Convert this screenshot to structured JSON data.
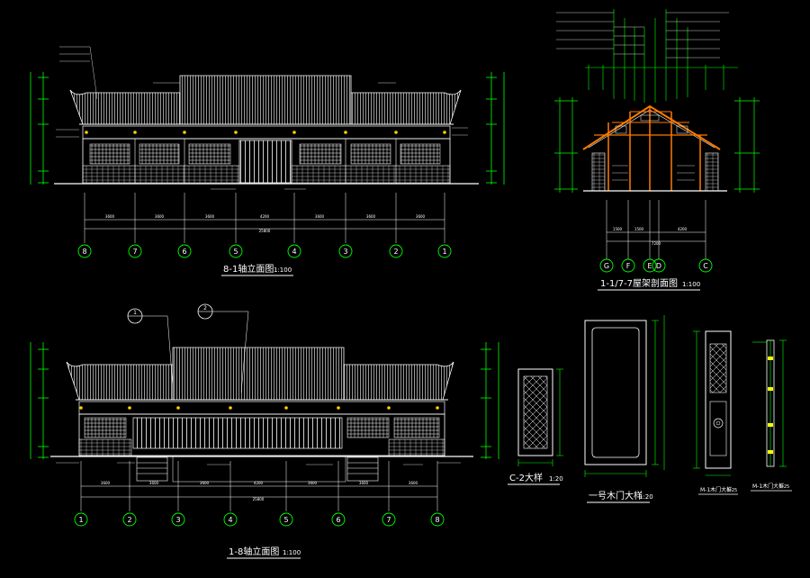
{
  "colors": {
    "background": "#000000",
    "line": "#ffffff",
    "dimension": "#00ff00",
    "accent": "#ff7a00",
    "marker": "#ffff00"
  },
  "titles": {
    "elev_rear": {
      "text": "8-1轴立面图",
      "scale": "1:100"
    },
    "elev_front": {
      "text": "1-8轴立面图",
      "scale": "1:100"
    },
    "section": {
      "text": "1-1/7-7屋架剖面图",
      "scale": "1:100"
    },
    "c2": {
      "text": "C-2大样",
      "scale": "1:20"
    },
    "door": {
      "text": "一号木门大样",
      "scale": "1:20"
    },
    "m1a": {
      "text": "M-1木门大样",
      "scale": "1:25"
    },
    "m1b": {
      "text": "M-1木门大样",
      "scale": "1:25"
    }
  },
  "axes": {
    "rear": [
      "8",
      "7",
      "6",
      "5",
      "4",
      "3",
      "2",
      "1"
    ],
    "front": [
      "1",
      "2",
      "3",
      "4",
      "5",
      "6",
      "7",
      "8"
    ],
    "section": [
      "G",
      "F",
      "E",
      "D",
      "C"
    ]
  },
  "callouts": [
    "1",
    "2"
  ],
  "dims": {
    "rear": [
      "3600",
      "3600",
      "3600",
      "4200",
      "3600",
      "3600",
      "3600"
    ],
    "front": [
      "3600",
      "3600",
      "3600",
      "4200",
      "3600",
      "3600",
      "3600"
    ],
    "total": "25800",
    "section": [
      "1500",
      "1500",
      "4200"
    ],
    "section_total": "7200"
  }
}
